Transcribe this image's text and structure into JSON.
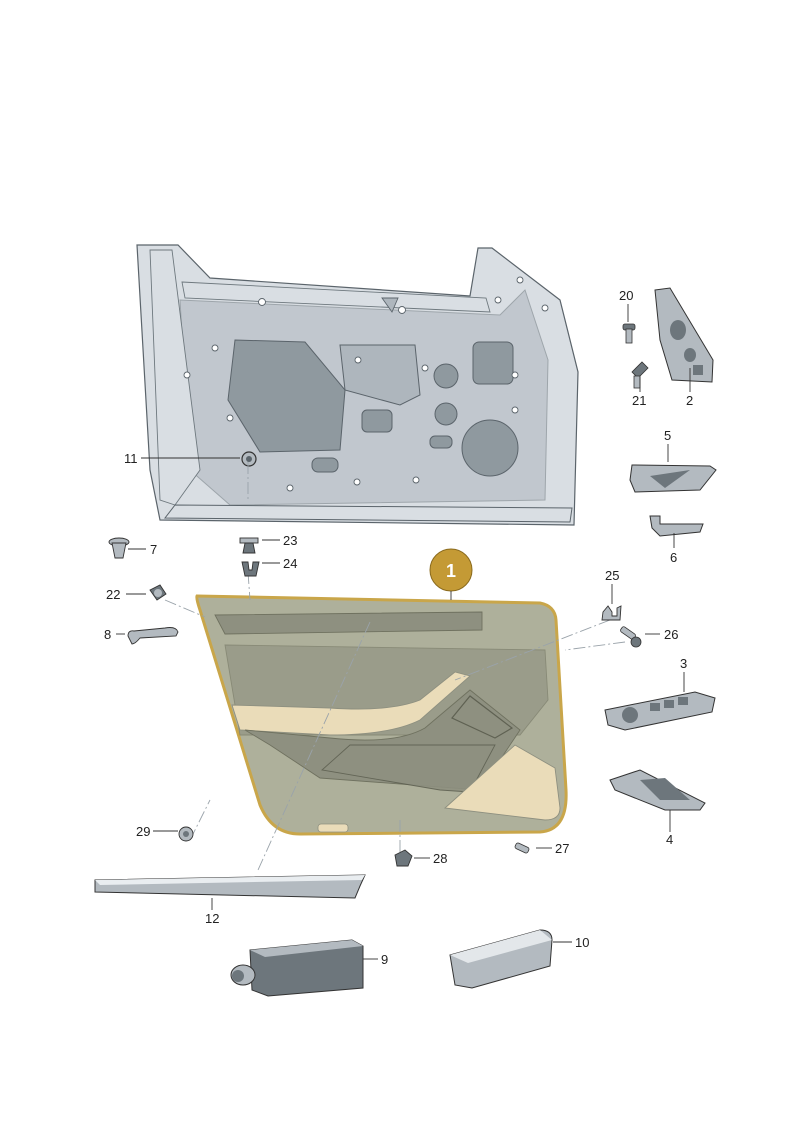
{
  "colors": {
    "metal": "#d9dee3",
    "metal_dark": "#aeb6bd",
    "metal_shadow": "#8f999f",
    "trim": "#aeb09b",
    "trim_dark": "#8e9080",
    "trim_edge": "#c9a64a",
    "beige": "#eadcb9",
    "part": "#b3bac0",
    "part_dark": "#6d767c",
    "callout": "#c49a35"
  },
  "callout": {
    "number": "1"
  },
  "parts": [
    {
      "id": "p11",
      "label": "11"
    },
    {
      "id": "p20",
      "label": "20"
    },
    {
      "id": "p21",
      "label": "21"
    },
    {
      "id": "p2",
      "label": "2"
    },
    {
      "id": "p5",
      "label": "5"
    },
    {
      "id": "p6",
      "label": "6"
    },
    {
      "id": "p7",
      "label": "7"
    },
    {
      "id": "p23",
      "label": "23"
    },
    {
      "id": "p24",
      "label": "24"
    },
    {
      "id": "p22",
      "label": "22"
    },
    {
      "id": "p8",
      "label": "8"
    },
    {
      "id": "p25",
      "label": "25"
    },
    {
      "id": "p26",
      "label": "26"
    },
    {
      "id": "p3",
      "label": "3"
    },
    {
      "id": "p4",
      "label": "4"
    },
    {
      "id": "p29",
      "label": "29"
    },
    {
      "id": "p28",
      "label": "28"
    },
    {
      "id": "p27",
      "label": "27"
    },
    {
      "id": "p12",
      "label": "12"
    },
    {
      "id": "p9",
      "label": "9"
    },
    {
      "id": "p10",
      "label": "10"
    }
  ]
}
